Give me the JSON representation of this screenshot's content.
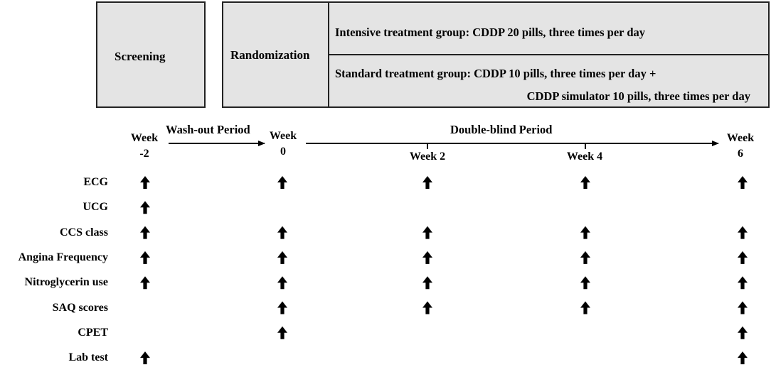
{
  "boxes": {
    "screening": "Screening",
    "randomization": "Randomization",
    "intensive": "Intensive treatment group:  CDDP 20 pills, three times per day",
    "standard_line1": "Standard treatment group: CDDP 10 pills, three times per day +",
    "standard_line2": "CDDP simulator 10 pills, three times per day"
  },
  "timeline": {
    "washout": "Wash-out Period",
    "doubleblind": "Double-blind Period",
    "points": [
      {
        "id": "wm2",
        "line1": "Week",
        "line2": "-2"
      },
      {
        "id": "w0",
        "line1": "Week",
        "line2": "0"
      },
      {
        "id": "w2",
        "line1": "Week 2",
        "line2": ""
      },
      {
        "id": "w4",
        "line1": "Week 4",
        "line2": ""
      },
      {
        "id": "w6",
        "line1": "Week",
        "line2": "6"
      }
    ]
  },
  "assessments": [
    {
      "label": "ECG",
      "at": [
        "wm2",
        "w0",
        "w2",
        "w4",
        "w6"
      ]
    },
    {
      "label": "UCG",
      "at": [
        "wm2"
      ]
    },
    {
      "label": "CCS class",
      "at": [
        "wm2",
        "w0",
        "w2",
        "w4",
        "w6"
      ]
    },
    {
      "label": "Angina Frequency",
      "at": [
        "wm2",
        "w0",
        "w2",
        "w4",
        "w6"
      ]
    },
    {
      "label": "Nitroglycerin use",
      "at": [
        "wm2",
        "w0",
        "w2",
        "w4",
        "w6"
      ]
    },
    {
      "label": "SAQ scores",
      "at": [
        "w0",
        "w2",
        "w4",
        "w6"
      ]
    },
    {
      "label": "CPET",
      "at": [
        "w0",
        "w6"
      ]
    },
    {
      "label": "Lab test",
      "at": [
        "wm2",
        "w6"
      ]
    }
  ],
  "colors": {
    "box_fill": "#e4e4e4",
    "ink": "#000000"
  }
}
